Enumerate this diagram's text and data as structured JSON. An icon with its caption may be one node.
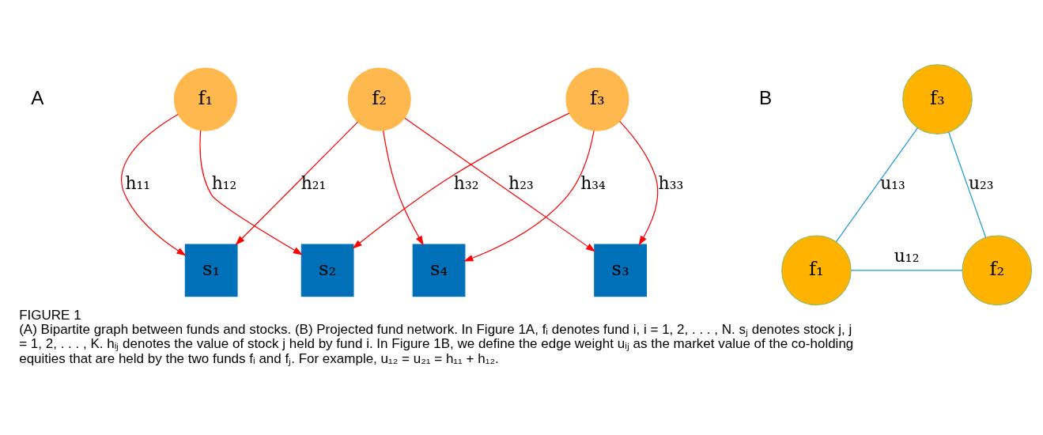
{
  "diagram": {
    "title": "FIGURE 1",
    "caption": "(A) Bipartite graph between funds and stocks. (B) Projected fund network. In Figure 1A, fᵢ denotes fund i, i = 1, 2, . . . , N. sⱼ denotes stock j, j = 1, 2, . . . , K. hᵢⱼ denotes the value of stock j held by fund i. In Figure 1B, we define the edge weight uᵢⱼ as the market value of the co-holding equities that are held by the two funds fᵢ and fⱼ. For example, u₁₂ = u₂₁ = h₁₁ + h₁₂.",
    "nodes": [
      {
        "text": [
          "f₁"
        ]
      },
      {
        "text": [
          "f₂"
        ]
      },
      {
        "text": [
          "f₃"
        ]
      },
      {
        "text": [
          "s₁"
        ]
      },
      {
        "text": [
          "s₂"
        ]
      },
      {
        "text": [
          "s₃"
        ]
      },
      {
        "text": [
          "s₄"
        ]
      },
      {
        "text": [
          "f₃"
        ]
      },
      {
        "text": [
          "f₁"
        ]
      },
      {
        "text": [
          "f₂"
        ]
      }
    ],
    "edges": [
      {
        "from": 0,
        "to": 3,
        "arrow": "to",
        "label": "h₁₁"
      },
      {
        "from": 0,
        "to": 4,
        "arrow": "to",
        "label": "h₁₂"
      },
      {
        "from": 1,
        "to": 3,
        "arrow": "to",
        "label": "h₂₁"
      },
      {
        "from": 1,
        "to": 5,
        "arrow": "to",
        "label": "h₂₃"
      },
      {
        "from": 1,
        "to": 6,
        "arrow": "to"
      },
      {
        "from": 2,
        "to": 4,
        "arrow": "to",
        "label": "h₃₂"
      },
      {
        "from": 2,
        "to": 5,
        "arrow": "to",
        "label": "h₃₃"
      },
      {
        "from": 2,
        "to": 6,
        "arrow": "to",
        "label": "h₃₄"
      },
      {
        "from": 7,
        "to": 8,
        "arrow": "none",
        "label": "u₁₃",
        "color": "#1e9bd7"
      },
      {
        "from": 7,
        "to": 9,
        "arrow": "none",
        "label": "u₂₃",
        "color": "#1e9bd7"
      },
      {
        "from": 8,
        "to": 9,
        "arrow": "none",
        "label": "u₁₂",
        "color": "#1e9bd7"
      }
    ],
    "labels": [
      "A",
      "B"
    ]
  }
}
